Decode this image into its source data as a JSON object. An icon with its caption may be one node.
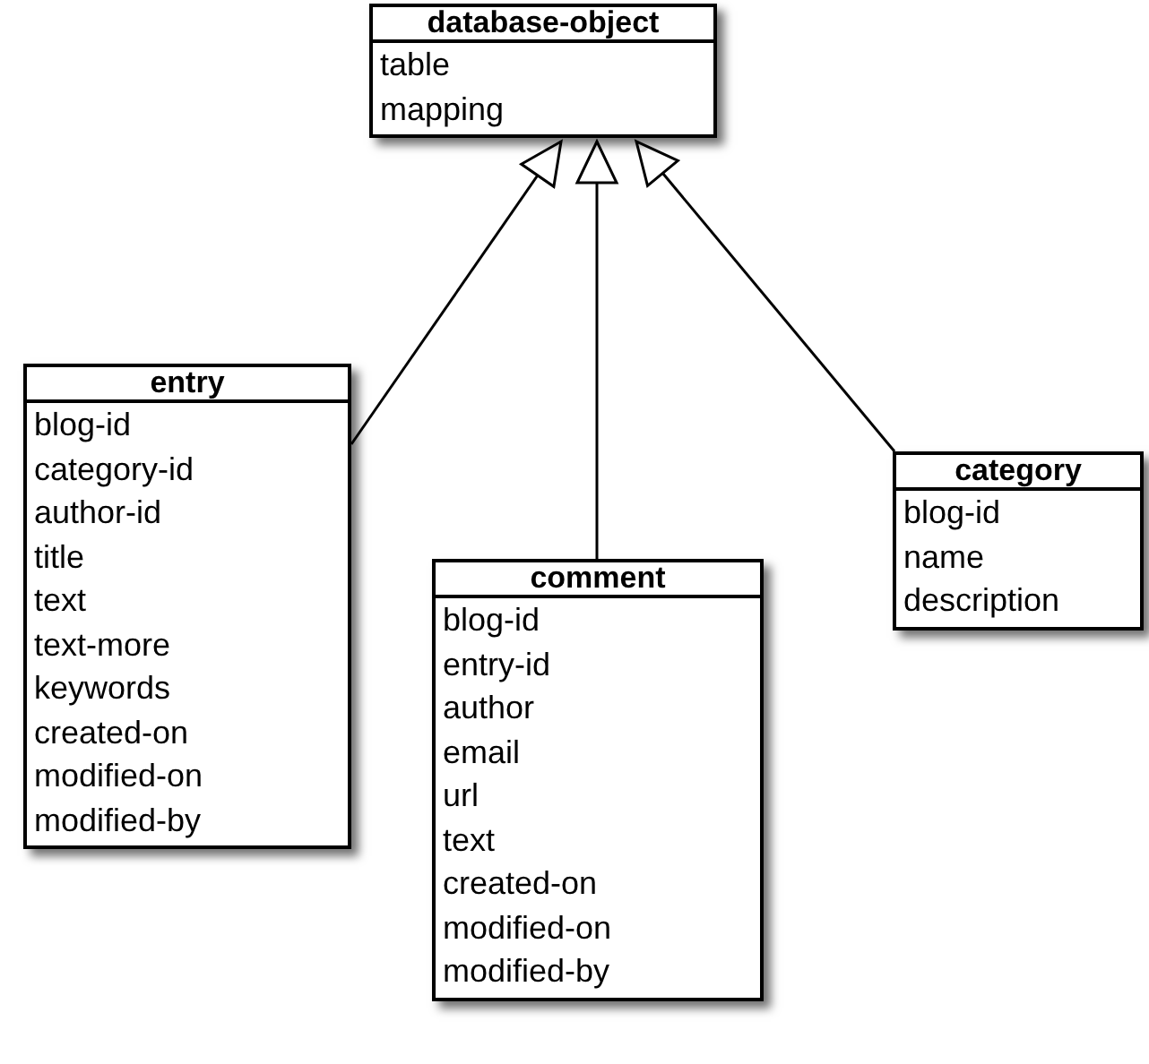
{
  "diagram": {
    "nodes": [
      {
        "text": [
          "database-object",
          "table",
          "mapping"
        ]
      },
      {
        "text": [
          "entry",
          "blog-id",
          "category-id",
          "author-id",
          "title",
          "text",
          "text-more",
          "keywords",
          "created-on",
          "modified-on",
          "modified-by"
        ]
      },
      {
        "text": [
          "comment",
          "blog-id",
          "entry-id",
          "author",
          "email",
          "url",
          "text",
          "created-on",
          "modified-on",
          "modified-by"
        ]
      },
      {
        "text": [
          "category",
          "blog-id",
          "name",
          "description"
        ]
      }
    ],
    "edges": [
      {
        "from": 1,
        "to": 0,
        "arrow": "to"
      },
      {
        "from": 2,
        "to": 0,
        "arrow": "to"
      },
      {
        "from": 3,
        "to": 0,
        "arrow": "to"
      }
    ]
  }
}
